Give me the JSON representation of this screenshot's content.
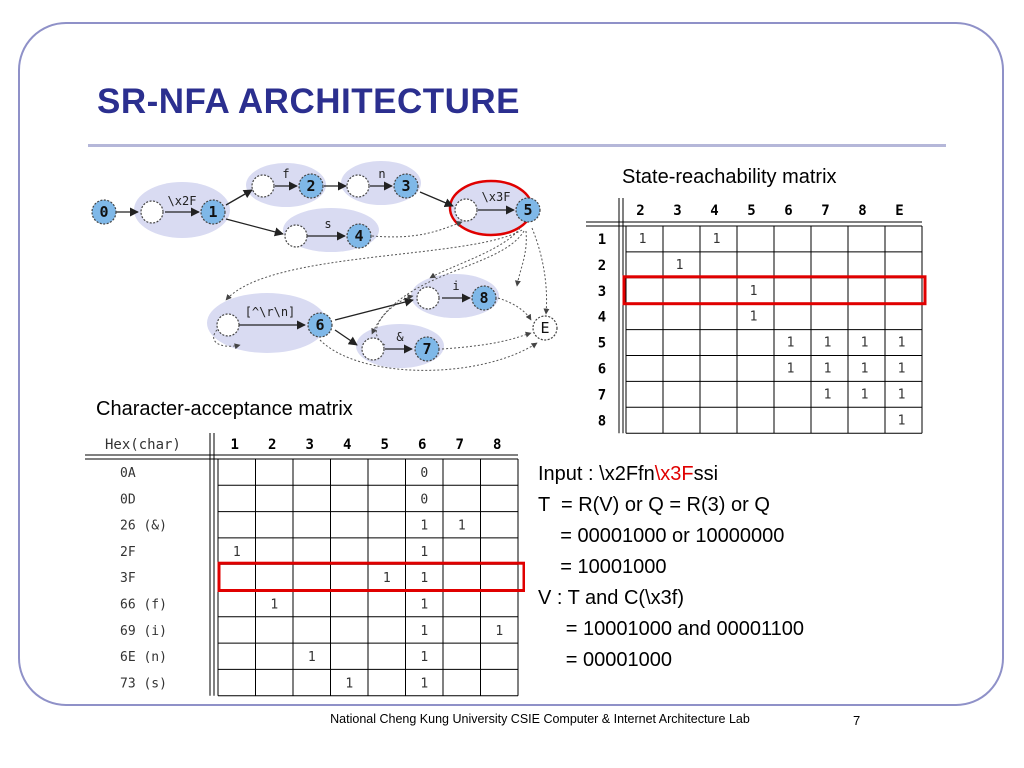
{
  "slide": {
    "title": "SR-NFA ARCHITECTURE",
    "footer": "National Cheng Kung University CSIE Computer & Internet Architecture Lab",
    "page_number": "7"
  },
  "diagram": {
    "states": [
      "0",
      "1",
      "2",
      "3",
      "4",
      "5",
      "6",
      "7",
      "8",
      "E"
    ],
    "edge_labels": [
      "\\x2F",
      "f",
      "n",
      "s",
      "\\x3F",
      "[^\\r\\n]",
      "i",
      "&"
    ],
    "highlight_color": "#e00000"
  },
  "sr_matrix": {
    "caption": "State-reachability matrix",
    "columns": [
      "2",
      "3",
      "4",
      "5",
      "6",
      "7",
      "8",
      "E"
    ],
    "rows": [
      {
        "label": "1",
        "cells": [
          "1",
          "",
          "1",
          "",
          "",
          "",
          "",
          ""
        ]
      },
      {
        "label": "2",
        "cells": [
          "",
          "1",
          "",
          "",
          "",
          "",
          "",
          ""
        ]
      },
      {
        "label": "3",
        "cells": [
          "",
          "",
          "",
          "1",
          "",
          "",
          "",
          ""
        ]
      },
      {
        "label": "4",
        "cells": [
          "",
          "",
          "",
          "1",
          "",
          "",
          "",
          ""
        ]
      },
      {
        "label": "5",
        "cells": [
          "",
          "",
          "",
          "",
          "1",
          "1",
          "1",
          "1"
        ]
      },
      {
        "label": "6",
        "cells": [
          "",
          "",
          "",
          "",
          "1",
          "1",
          "1",
          "1"
        ]
      },
      {
        "label": "7",
        "cells": [
          "",
          "",
          "",
          "",
          "",
          "1",
          "1",
          "1"
        ]
      },
      {
        "label": "8",
        "cells": [
          "",
          "",
          "",
          "",
          "",
          "",
          "",
          "1"
        ]
      }
    ],
    "highlight_row": "3"
  },
  "ca_matrix": {
    "caption": "Character-acceptance matrix",
    "header": "Hex(char)",
    "columns": [
      "1",
      "2",
      "3",
      "4",
      "5",
      "6",
      "7",
      "8"
    ],
    "rows": [
      {
        "label": "0A",
        "cells": [
          "",
          "",
          "",
          "",
          "",
          "0",
          "",
          ""
        ]
      },
      {
        "label": "0D",
        "cells": [
          "",
          "",
          "",
          "",
          "",
          "0",
          "",
          ""
        ]
      },
      {
        "label": "26 (&)",
        "cells": [
          "",
          "",
          "",
          "",
          "",
          "1",
          "1",
          ""
        ]
      },
      {
        "label": "2F",
        "cells": [
          "1",
          "",
          "",
          "",
          "",
          "1",
          "",
          ""
        ]
      },
      {
        "label": "3F",
        "cells": [
          "",
          "",
          "",
          "",
          "1",
          "1",
          "",
          ""
        ]
      },
      {
        "label": "66 (f)",
        "cells": [
          "",
          "1",
          "",
          "",
          "",
          "1",
          "",
          ""
        ]
      },
      {
        "label": "69 (i)",
        "cells": [
          "",
          "",
          "",
          "",
          "",
          "1",
          "",
          "1"
        ]
      },
      {
        "label": "6E (n)",
        "cells": [
          "",
          "",
          "1",
          "",
          "",
          "1",
          "",
          ""
        ]
      },
      {
        "label": "73 (s)",
        "cells": [
          "",
          "",
          "",
          "1",
          "",
          "1",
          "",
          ""
        ]
      }
    ],
    "highlight_row": "3F"
  },
  "calculation": {
    "input_prefix": "Input : \\x2Ffn",
    "input_highlight": "\\x3F",
    "input_suffix": "ssi",
    "lines": [
      "T  = R(V) or Q = R(3) or Q",
      "    = 00001000 or 10000000",
      "    = 10001000",
      "V : T and C(\\x3f)",
      "     = 10001000 and 00001100",
      "     = 00001000"
    ]
  }
}
